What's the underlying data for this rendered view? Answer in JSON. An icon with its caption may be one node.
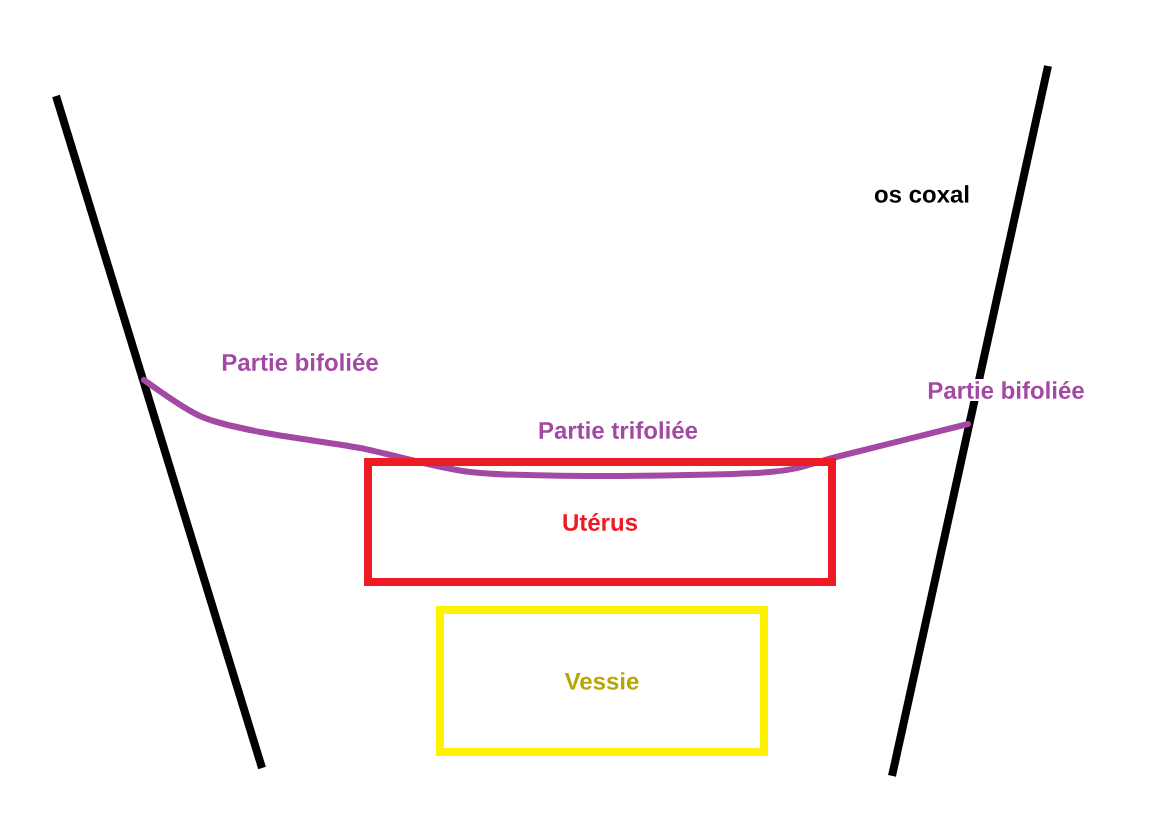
{
  "diagram": {
    "nodes": [
      {
        "text": [
          "Utérus"
        ]
      },
      {
        "text": [
          "Vessie"
        ]
      }
    ],
    "labels": [
      "os coxal",
      "Partie bifoliée",
      "Partie trifoliée",
      "Partie bifoliée"
    ]
  }
}
